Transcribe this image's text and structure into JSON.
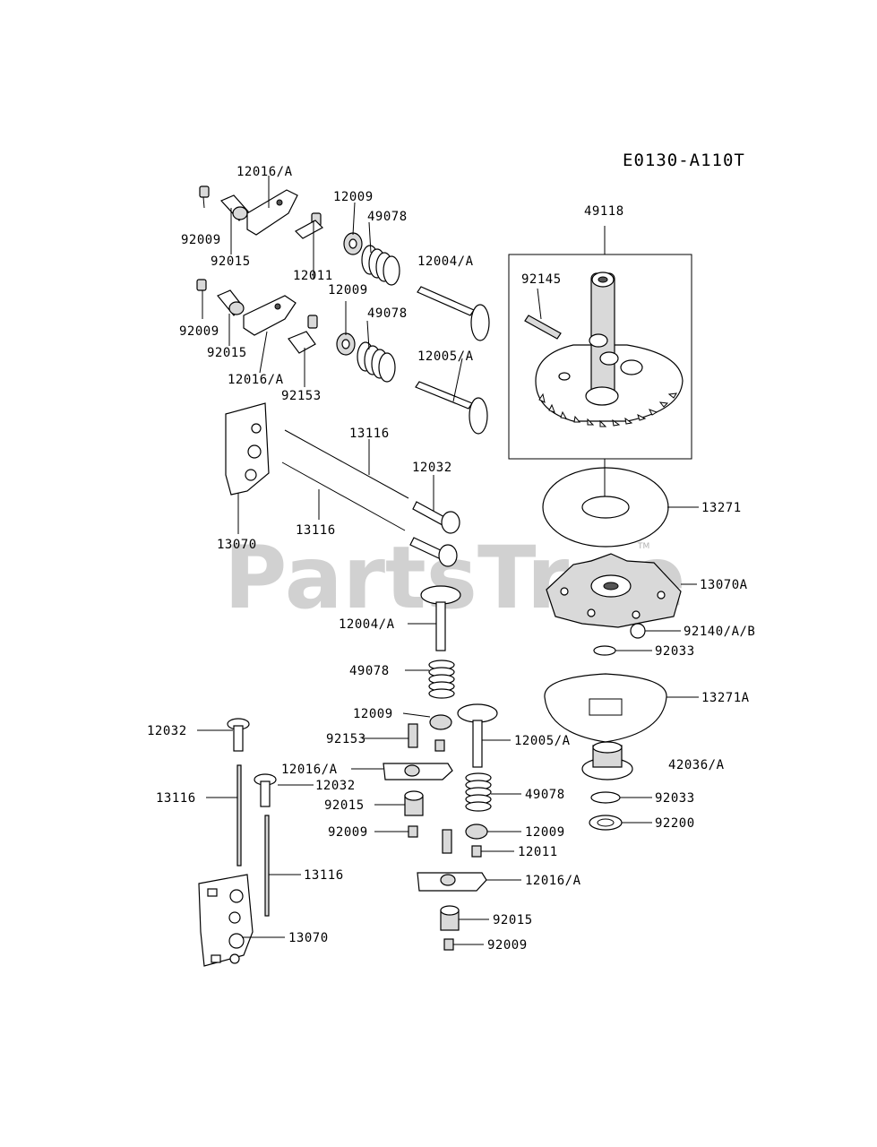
{
  "diagram": {
    "code": "E0130-A110T",
    "watermark": "PartsTree",
    "watermark_mark": "TM",
    "callouts": [
      {
        "id": "c1",
        "text": "12016/A"
      },
      {
        "id": "c2",
        "text": "12009"
      },
      {
        "id": "c3",
        "text": "49078"
      },
      {
        "id": "c4",
        "text": "92009"
      },
      {
        "id": "c5",
        "text": "12004/A"
      },
      {
        "id": "c6",
        "text": "92015"
      },
      {
        "id": "c7",
        "text": "12011"
      },
      {
        "id": "c8",
        "text": "12009"
      },
      {
        "id": "c9",
        "text": "92009"
      },
      {
        "id": "c10",
        "text": "49078"
      },
      {
        "id": "c11",
        "text": "92015"
      },
      {
        "id": "c12",
        "text": "12005/A"
      },
      {
        "id": "c13",
        "text": "12016/A"
      },
      {
        "id": "c14",
        "text": "92153"
      },
      {
        "id": "c15",
        "text": "13116"
      },
      {
        "id": "c16",
        "text": "12032"
      },
      {
        "id": "c17",
        "text": "13116"
      },
      {
        "id": "c18",
        "text": "13070"
      },
      {
        "id": "c19",
        "text": "49118"
      },
      {
        "id": "c20",
        "text": "92145"
      },
      {
        "id": "c21",
        "text": "13271"
      },
      {
        "id": "c22",
        "text": "13070A"
      },
      {
        "id": "c23",
        "text": "92140/A/B"
      },
      {
        "id": "c24",
        "text": "92033"
      },
      {
        "id": "c25",
        "text": "13271A"
      },
      {
        "id": "c26",
        "text": "42036/A"
      },
      {
        "id": "c27",
        "text": "92033"
      },
      {
        "id": "c28",
        "text": "92200"
      },
      {
        "id": "c29",
        "text": "12004/A"
      },
      {
        "id": "c30",
        "text": "49078"
      },
      {
        "id": "c31",
        "text": "12009"
      },
      {
        "id": "c32",
        "text": "92153"
      },
      {
        "id": "c33",
        "text": "12005/A"
      },
      {
        "id": "c34",
        "text": "12016/A"
      },
      {
        "id": "c35",
        "text": "12032"
      },
      {
        "id": "c36",
        "text": "12032"
      },
      {
        "id": "c37",
        "text": "13116"
      },
      {
        "id": "c38",
        "text": "92015"
      },
      {
        "id": "c39",
        "text": "49078"
      },
      {
        "id": "c40",
        "text": "92009"
      },
      {
        "id": "c41",
        "text": "12009"
      },
      {
        "id": "c42",
        "text": "12011"
      },
      {
        "id": "c43",
        "text": "12016/A"
      },
      {
        "id": "c44",
        "text": "13116"
      },
      {
        "id": "c45",
        "text": "92015"
      },
      {
        "id": "c46",
        "text": "13070"
      },
      {
        "id": "c47",
        "text": "92009"
      }
    ]
  }
}
